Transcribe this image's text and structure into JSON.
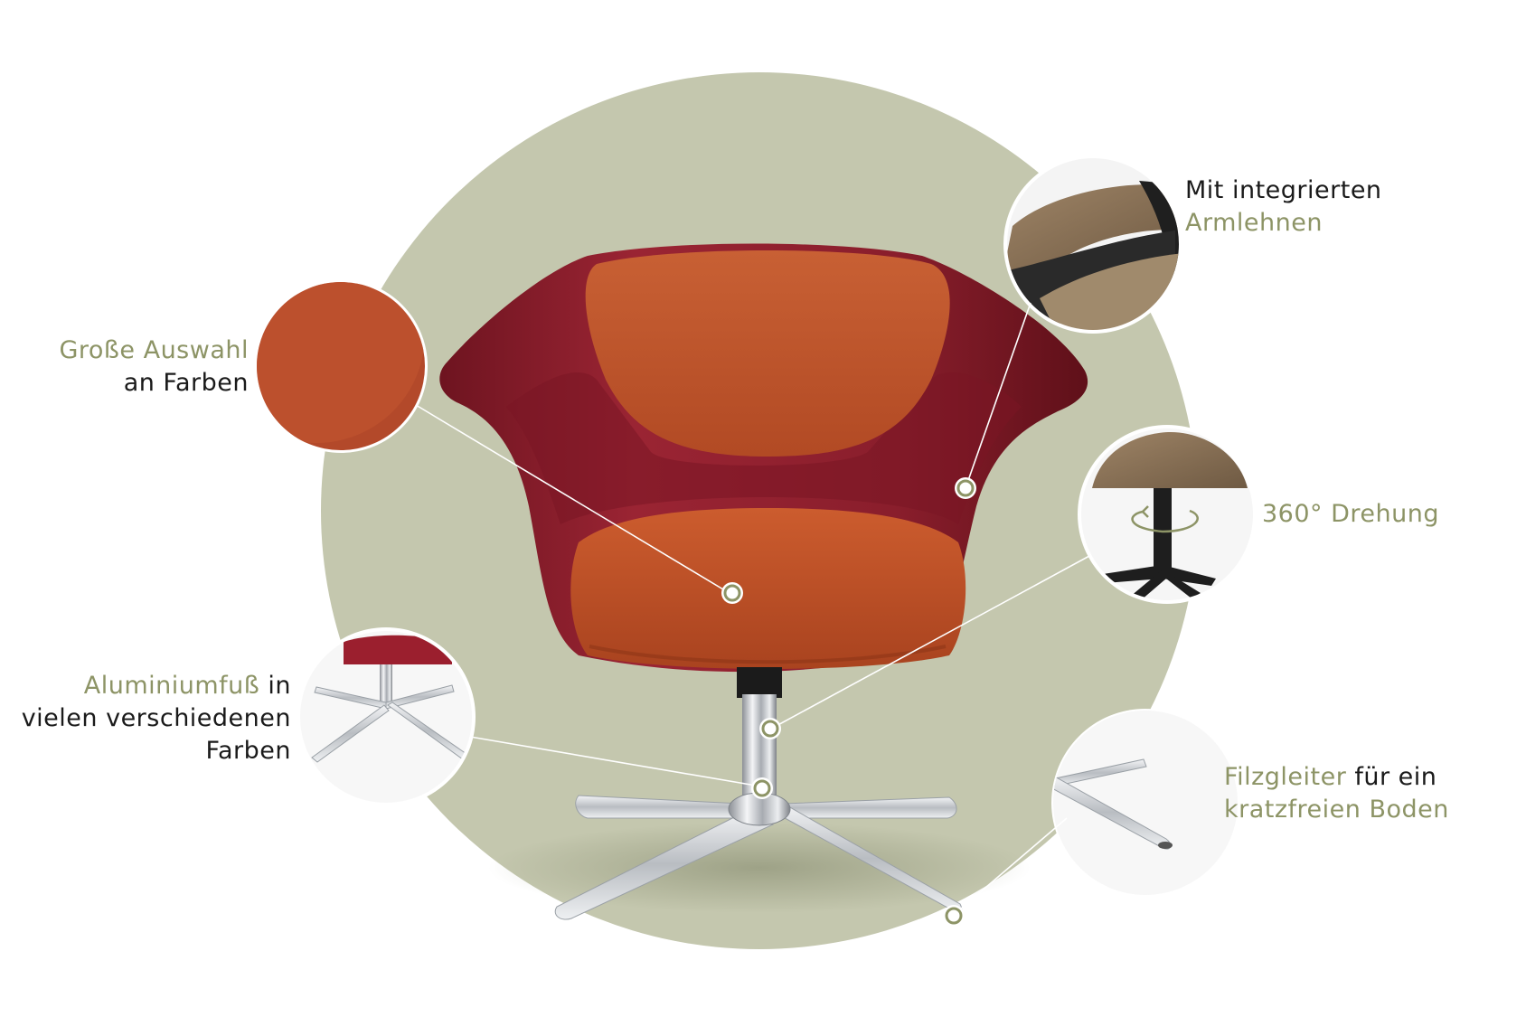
{
  "colors": {
    "accent": "#8d9466",
    "text": "#1a1a1a",
    "backdrop": "#c4c7ae",
    "shell": "#8a1e2c",
    "fabric": "#c8542c",
    "chrome": "#d6d9dd",
    "felt_fabric": "#8a7258"
  },
  "callouts": {
    "colors": {
      "accent": "Große Auswahl",
      "plain": "an Farben"
    },
    "armrests": {
      "plain": "Mit integrierten",
      "accent": "Armlehnen"
    },
    "rotation": {
      "accent": "360° Drehung"
    },
    "base": {
      "accent": "Aluminiumfuß",
      "plain1": " in",
      "plain2": "vielen verschiedenen",
      "plain3": "Farben"
    },
    "glides": {
      "accent": "Filzgleiter",
      "plain": " für ein",
      "accent2": "kratzfreien Boden"
    }
  },
  "icons": {
    "rotation": "rotation-arrow-icon",
    "marker": "hotspot-marker-icon"
  }
}
